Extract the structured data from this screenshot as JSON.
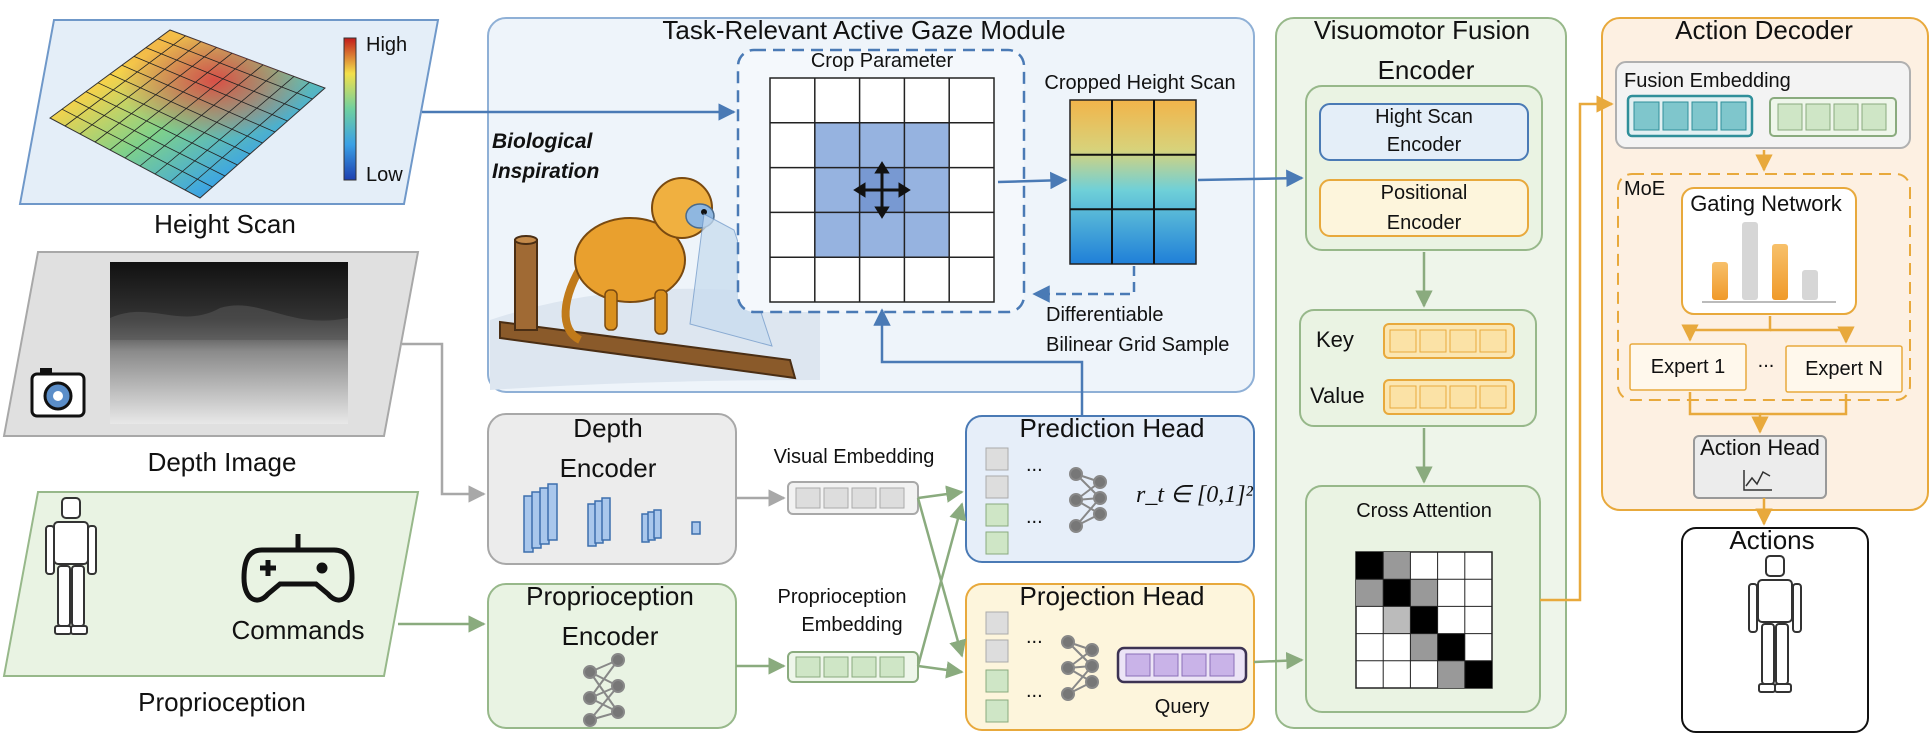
{
  "height_scan": {
    "title": "Height Scan",
    "legend_high": "High",
    "legend_low": "Low"
  },
  "depth_image": {
    "title": "Depth Image"
  },
  "proprioception": {
    "title": "Proprioception",
    "commands": "Commands"
  },
  "gaze_module": {
    "title": "Task-Relevant Active Gaze Module",
    "bio_line1": "Biological",
    "bio_line2": "Inspiration",
    "crop_title": "Crop Parameter",
    "cropped_title": "Cropped Height Scan",
    "sample_line1": "Differentiable",
    "sample_line2": "Bilinear Grid Sample"
  },
  "depth_encoder": {
    "line1": "Depth",
    "line2": "Encoder"
  },
  "proprio_encoder": {
    "line1": "Proprioception",
    "line2": "Encoder"
  },
  "visual_embedding": {
    "label": "Visual Embedding"
  },
  "proprio_embedding": {
    "line1": "Proprioception",
    "line2": "Embedding"
  },
  "prediction_head": {
    "title": "Prediction Head",
    "formula": "r_t ∈ [0,1]²",
    "dots": "..."
  },
  "projection_head": {
    "title": "Projection Head",
    "query": "Query",
    "dots": "..."
  },
  "fusion_encoder": {
    "line1": "Visuomotor Fusion",
    "line2": "Encoder",
    "hight_line1": "Hight Scan",
    "hight_line2": "Encoder",
    "pos_line1": "Positional",
    "pos_line2": "Encoder",
    "key": "Key",
    "value": "Value",
    "cross_attention": "Cross Attention"
  },
  "action_decoder": {
    "title": "Action Decoder",
    "fusion_embedding": "Fusion Embedding",
    "moe": "MoE",
    "gating": "Gating Network",
    "expert1": "Expert 1",
    "expert_dots": "...",
    "expertN": "Expert N",
    "action_head": "Action Head"
  },
  "actions": {
    "title": "Actions"
  },
  "colors": {
    "blue_arrow": "#4a7ab5",
    "gray_arrow": "#a8a8a8",
    "green_arrow": "#8aab7e",
    "orange_arrow": "#e8a93c",
    "blue_box": "#6f98c9",
    "green_box": "#97b88a",
    "orange_box": "#f0b14b",
    "teal": "#2f8f9a"
  }
}
